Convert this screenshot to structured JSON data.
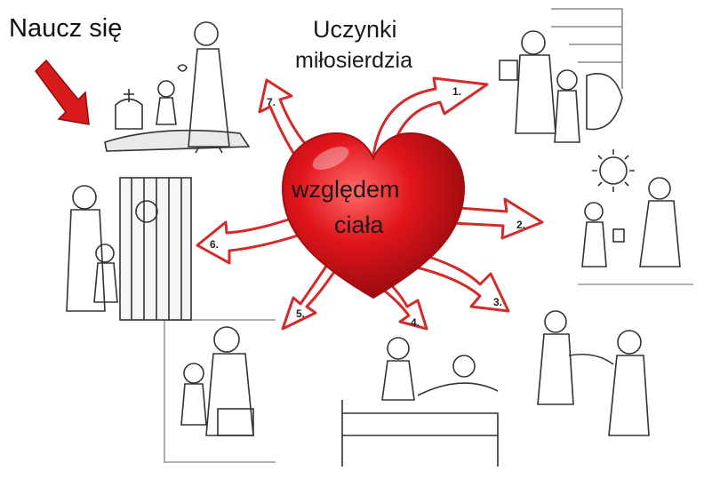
{
  "instruction": "Naucz się",
  "title": {
    "line1": "Uczynki",
    "line2": "miłosierdzia"
  },
  "center": {
    "line1": "względem",
    "line2": "ciała"
  },
  "arrows": [
    {
      "label": "1."
    },
    {
      "label": "2."
    },
    {
      "label": "3."
    },
    {
      "label": "4."
    },
    {
      "label": "5."
    },
    {
      "label": "6."
    },
    {
      "label": "7."
    }
  ],
  "colors": {
    "heart": "#e0151b",
    "arrow_outline": "#d42a2a",
    "pointer_arrow": "#d81c1c"
  },
  "icons": [
    "heart-icon",
    "pointer-arrow-icon",
    "sun-icon",
    "cross-icon"
  ]
}
